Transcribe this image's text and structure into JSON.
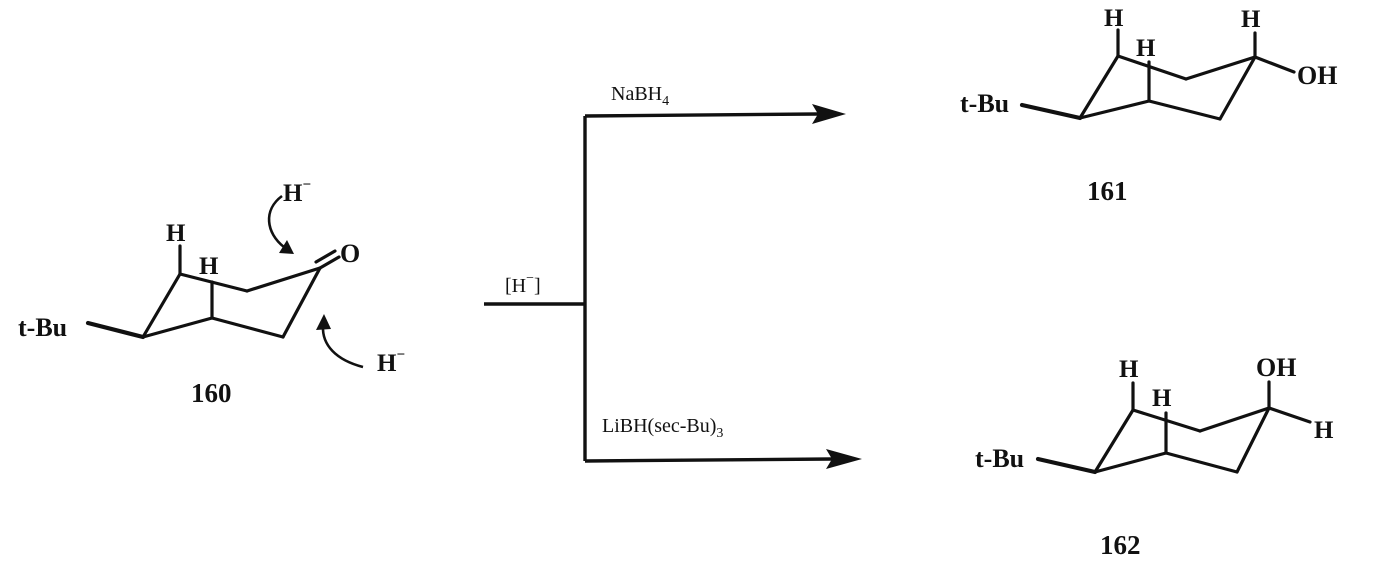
{
  "reactant": {
    "number": "160",
    "substituent": "t-Bu",
    "axial_h_1": "H",
    "axial_h_2": "H",
    "carbonyl_oxygen": "O",
    "hydride_top": "H",
    "hydride_top_charge": "−",
    "hydride_bottom": "H",
    "hydride_bottom_charge": "−"
  },
  "branch_reagent": {
    "open_bracket": "[H",
    "charge": "−",
    "close_bracket": "]"
  },
  "upper_path": {
    "reagent_base": "NaBH",
    "reagent_subscript": "4"
  },
  "lower_path": {
    "reagent_base": "LiBH(sec-Bu)",
    "reagent_subscript": "3"
  },
  "product_upper": {
    "number": "161",
    "substituent": "t-Bu",
    "axial_h_1": "H",
    "axial_h_2": "H",
    "axial_h_carbinol": "H",
    "equatorial_group": "OH"
  },
  "product_lower": {
    "number": "162",
    "substituent": "t-Bu",
    "axial_h_1": "H",
    "axial_h_2": "H",
    "axial_group": "OH",
    "equatorial_h": "H"
  }
}
